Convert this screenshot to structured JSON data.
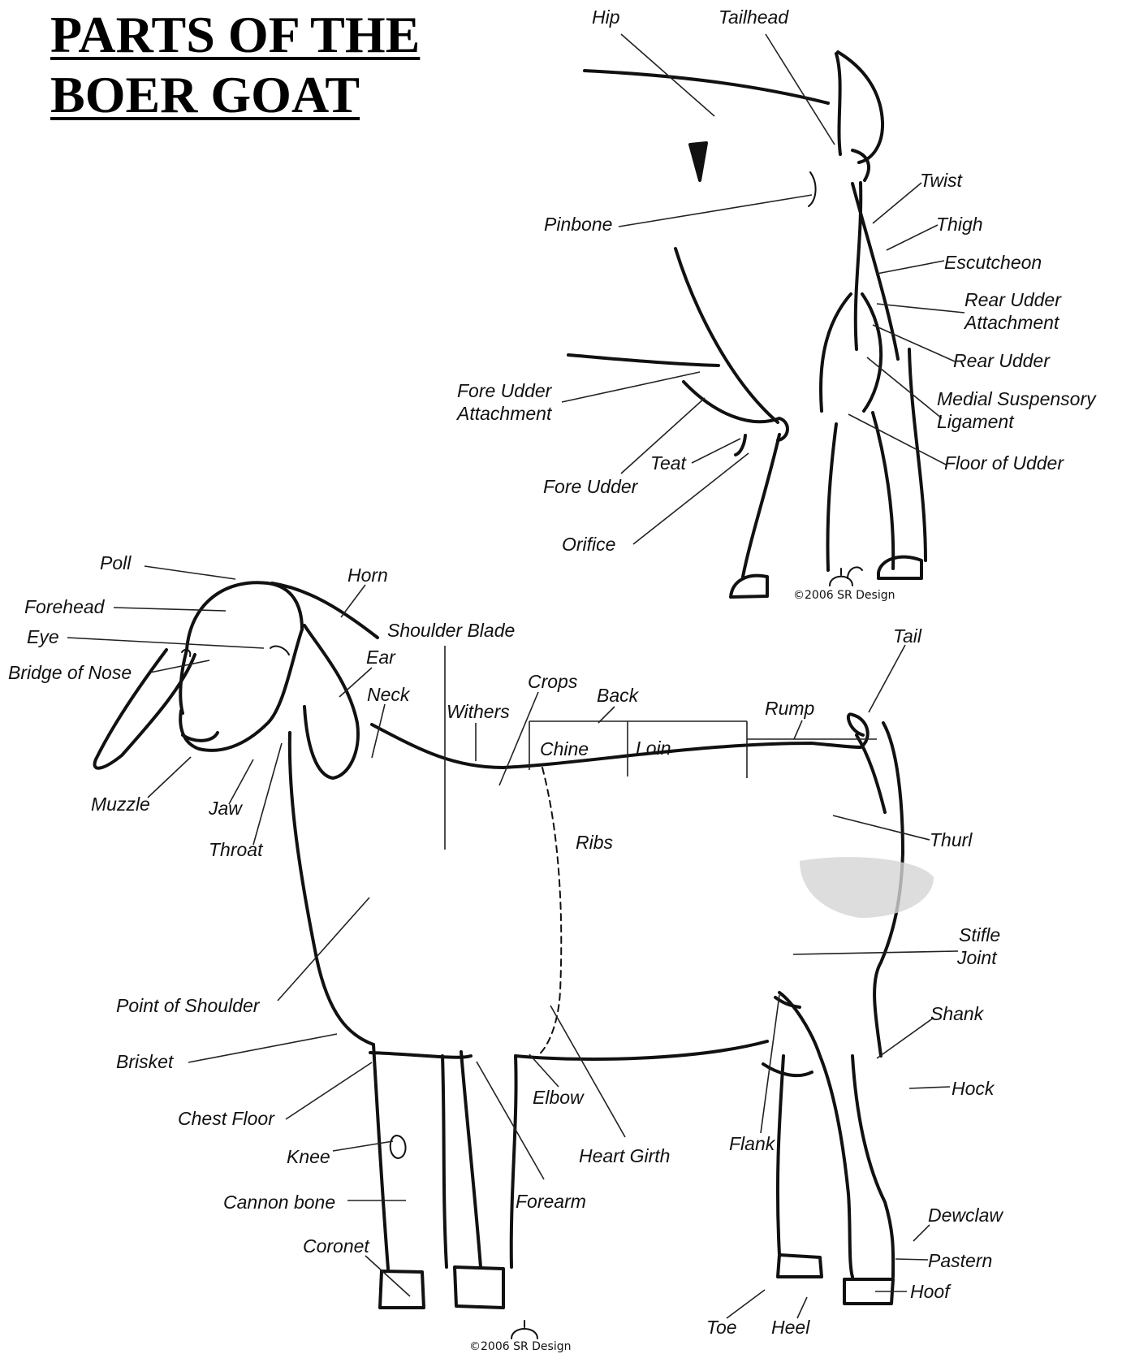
{
  "title": {
    "line1": "PARTS OF THE",
    "line2": "BOER GOAT"
  },
  "rear_view": {
    "labels": {
      "hip": "Hip",
      "tailhead": "Tailhead",
      "twist": "Twist",
      "pinbone": "Pinbone",
      "thigh": "Thigh",
      "escutcheon": "Escutcheon",
      "rear_udder_attachment_1": "Rear Udder",
      "rear_udder_attachment_2": "Attachment",
      "rear_udder": "Rear Udder",
      "fore_udder_attachment_1": "Fore Udder",
      "fore_udder_attachment_2": "Attachment",
      "medial_suspensory_1": "Medial Suspensory",
      "medial_suspensory_2": "Ligament",
      "teat": "Teat",
      "floor_of_udder": "Floor of Udder",
      "fore_udder": "Fore Udder",
      "orifice": "Orifice"
    },
    "credit": "©2006 SR Design"
  },
  "side_view": {
    "labels": {
      "poll": "Poll",
      "horn": "Horn",
      "forehead": "Forehead",
      "shoulder_blade": "Shoulder Blade",
      "eye": "Eye",
      "tail": "Tail",
      "ear": "Ear",
      "bridge_of_nose": "Bridge of Nose",
      "crops": "Crops",
      "neck": "Neck",
      "back": "Back",
      "withers": "Withers",
      "rump": "Rump",
      "chine": "Chine",
      "loin": "Loin",
      "muzzle": "Muzzle",
      "jaw": "Jaw",
      "thurl": "Thurl",
      "ribs": "Ribs",
      "throat": "Throat",
      "stifle_joint_1": "Stifle",
      "stifle_joint_2": "Joint",
      "point_of_shoulder": "Point of Shoulder",
      "shank": "Shank",
      "brisket": "Brisket",
      "hock": "Hock",
      "elbow": "Elbow",
      "chest_floor": "Chest Floor",
      "flank": "Flank",
      "knee": "Knee",
      "heart_girth": "Heart Girth",
      "cannon_bone": "Cannon bone",
      "forearm": "Forearm",
      "dewclaw": "Dewclaw",
      "coronet": "Coronet",
      "pastern": "Pastern",
      "hoof": "Hoof",
      "toe": "Toe",
      "heel": "Heel"
    },
    "credit": "©2006 SR Design"
  }
}
